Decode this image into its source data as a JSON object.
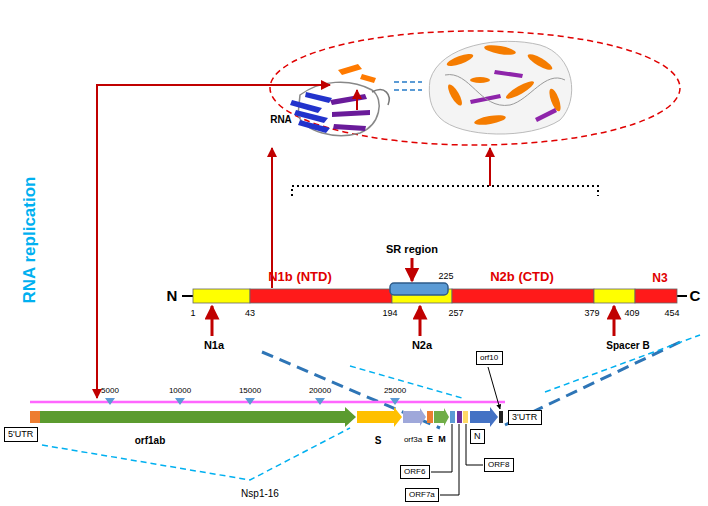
{
  "diagram": {
    "nodes": [
      {
        "text": [
          "5'UTR"
        ]
      },
      {
        "text": [
          "orf10"
        ]
      },
      {
        "text": [
          "N"
        ]
      },
      {
        "text": [
          "ORF6"
        ]
      },
      {
        "text": [
          "ORF7a"
        ]
      },
      {
        "text": [
          "ORF8"
        ]
      },
      {
        "text": [
          "3'UTR"
        ]
      }
    ],
    "labels": [
      "RNA replication",
      "RNA",
      "N",
      "C",
      "1",
      "43",
      "194",
      "225",
      "257",
      "379",
      "409",
      "454",
      "N1a",
      "N1b (NTD)",
      "SR region",
      "N2a",
      "N2b (CTD)",
      "N3",
      "Spacer B",
      "5000",
      "10000",
      "15000",
      "20000",
      "25000",
      "orf1ab",
      "S",
      "orf3a",
      "E",
      "M",
      "Nsp1-16"
    ]
  }
}
